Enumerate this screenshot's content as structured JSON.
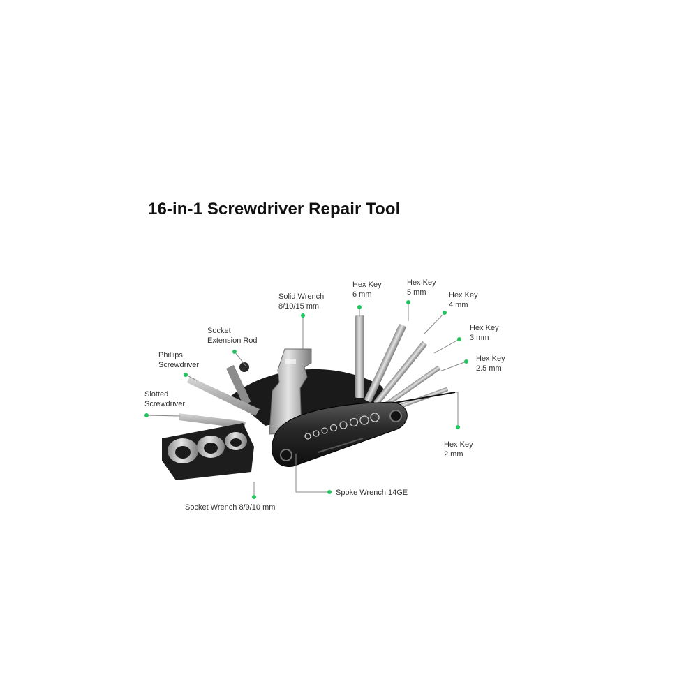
{
  "title": "16-in-1 Screwdriver Repair Tool",
  "accent_color": "#22c55e",
  "labels": {
    "solid_wrench": [
      "Solid Wrench",
      "8/10/15 mm"
    ],
    "hex_6": [
      "Hex Key",
      "6 mm"
    ],
    "hex_5": [
      "Hex Key",
      "5 mm"
    ],
    "hex_4": [
      "Hex Key",
      "4 mm"
    ],
    "hex_3": [
      "Hex Key",
      "3 mm"
    ],
    "hex_25": [
      "Hex Key",
      "2.5 mm"
    ],
    "hex_2": [
      "Hex Key",
      "2 mm"
    ],
    "socket_rod": [
      "Socket",
      "Extension Rod"
    ],
    "phillips": [
      "Phillips",
      "Screwdriver"
    ],
    "slotted": [
      "Slotted",
      "Screwdriver"
    ],
    "spoke": "Spoke Wrench 14GE",
    "socket_wrench": "Socket Wrench 8/9/10 mm"
  }
}
